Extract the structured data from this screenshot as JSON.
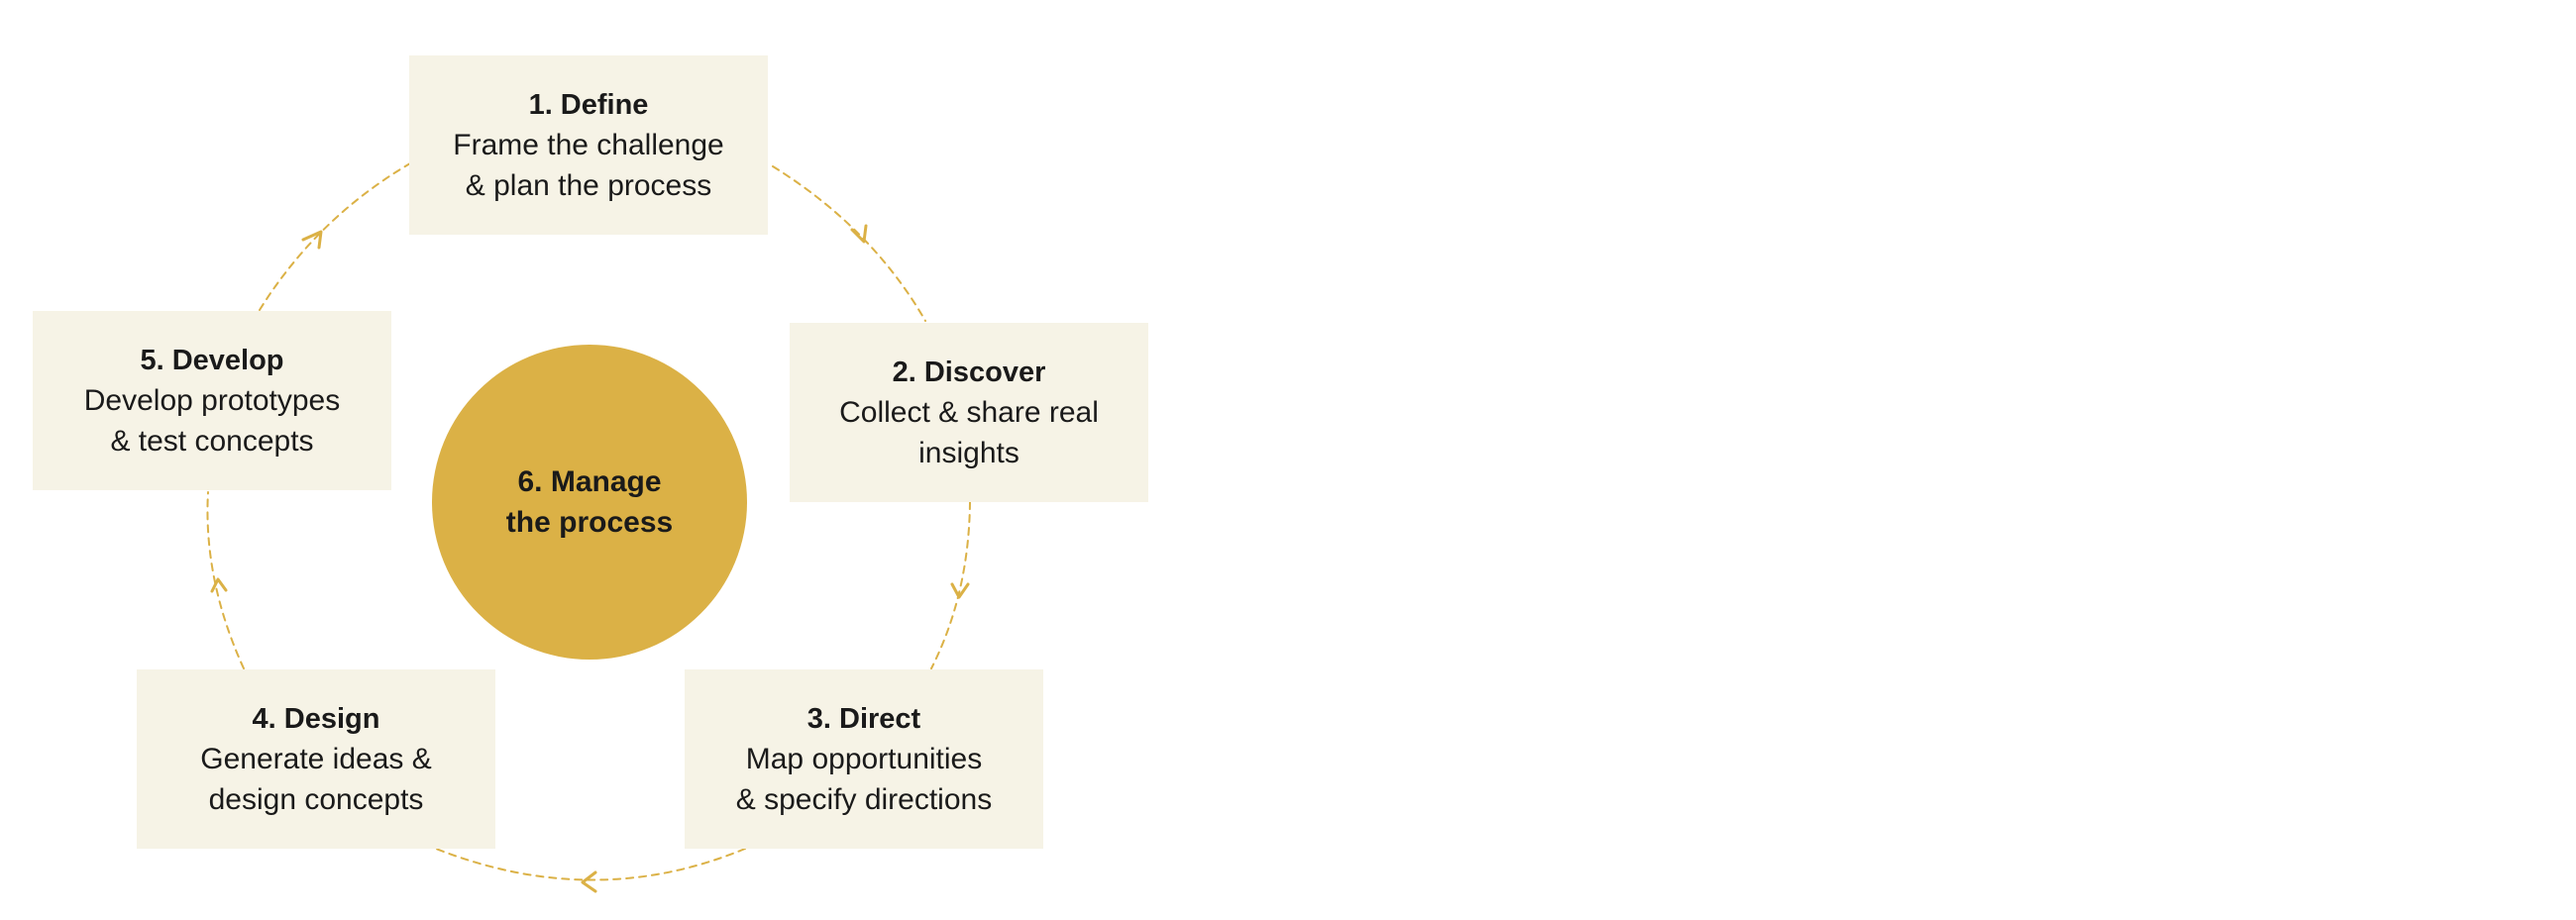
{
  "colors": {
    "accent": "#dbb146",
    "box_fill": "#f6f3e6",
    "text": "#1a1a1a"
  },
  "stages": [
    {
      "title": "1. Define",
      "line1": "Frame the challenge",
      "line2": "& plan the process"
    },
    {
      "title": "2. Discover",
      "line1": "Collect & share real",
      "line2": "insights"
    },
    {
      "title": "3. Direct",
      "line1": "Map opportunities",
      "line2": "& specify directions"
    },
    {
      "title": "4. Design",
      "line1": "Generate ideas &",
      "line2": "design concepts"
    },
    {
      "title": "5. Develop",
      "line1": "Develop prototypes",
      "line2": "& test concepts"
    }
  ],
  "center": {
    "line1": "6. Manage",
    "line2": "the process"
  },
  "connectors": {
    "style": "dashed",
    "direction": "clockwise",
    "arrow_icon": "chevron-arrow-icon"
  }
}
